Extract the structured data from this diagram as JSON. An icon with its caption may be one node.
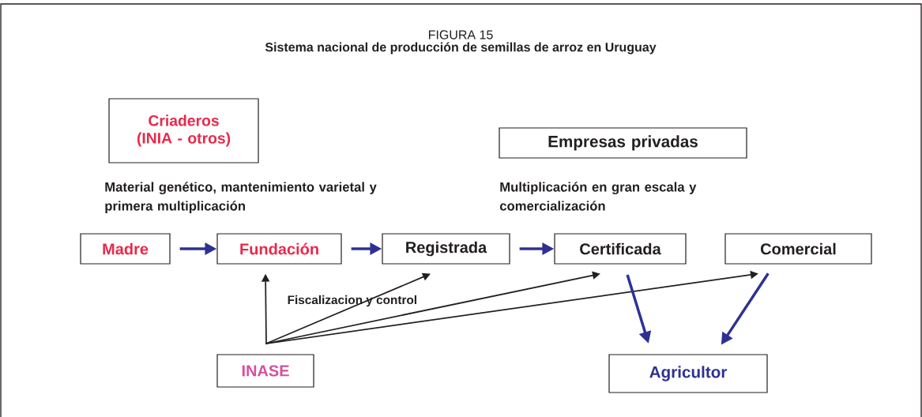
{
  "diagram": {
    "title": "FIGURA 15",
    "caption": "Sistema nacional de producción de semillas de arroz en Uruguay",
    "nodes": [
      {
        "text": [
          "Criaderos (INIA - otros)"
        ],
        "beside": [
          "Material genético, mantenimiento varietal y primera multiplicación"
        ]
      },
      {
        "text": [
          "Empresas privadas"
        ],
        "beside": [
          "Multiplicación en gran escala y comercialización"
        ]
      },
      {
        "text": [
          "Madre"
        ]
      },
      {
        "text": [
          "Fundación"
        ]
      },
      {
        "text": [
          "Registrada"
        ]
      },
      {
        "text": [
          "Certificada"
        ]
      },
      {
        "text": [
          "Comercial"
        ]
      },
      {
        "text": [
          "INASE"
        ]
      },
      {
        "text": [
          "Agricultor"
        ]
      }
    ],
    "edges": [
      {
        "from": 2,
        "to": 3,
        "arrow": "to"
      },
      {
        "from": 3,
        "to": 4,
        "arrow": "to"
      },
      {
        "from": 4,
        "to": 5,
        "arrow": "to"
      },
      {
        "from": 7,
        "to": 3,
        "arrow": "to",
        "color": "#231f20"
      },
      {
        "from": 7,
        "to": 4,
        "arrow": "to",
        "color": "#231f20"
      },
      {
        "from": 7,
        "to": 5,
        "arrow": "to",
        "color": "#231f20"
      },
      {
        "from": 7,
        "to": 6,
        "arrow": "to",
        "color": "#231f20"
      },
      {
        "from": 5,
        "to": 8,
        "arrow": "to"
      },
      {
        "from": 6,
        "to": 8,
        "arrow": "to"
      }
    ],
    "labels": [
      "Fiscalizacion y control"
    ]
  }
}
